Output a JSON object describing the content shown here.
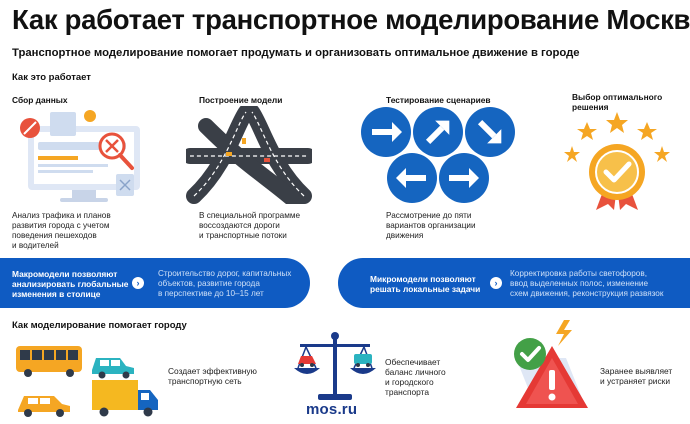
{
  "header": {
    "title": "Как работает транспортное моделирование Москвы",
    "subtitle": "Транспортное моделирование помогает продумать и организовать оптимальное движение в городе"
  },
  "how_it_works": {
    "heading": "Как это работает",
    "steps": [
      {
        "title": "Сбор данных",
        "text": [
          "Анализ трафика и планов",
          "развития города с учетом",
          "поведения пешеходов",
          "и водителей"
        ],
        "icon": "data-collection-icon"
      },
      {
        "title": "Построение модели",
        "text": [
          "В специальной программе",
          "воссоздаются дороги",
          "и транспортные потоки"
        ],
        "icon": "road-interchange-icon"
      },
      {
        "title": "Тестирование сценариев",
        "text": [
          "Рассмотрение до пяти",
          "вариантов организации",
          "движения"
        ],
        "icon": "direction-arrows-icon"
      },
      {
        "title": [
          "Выбор оптимального",
          "решения"
        ],
        "icon": "award-medal-icon"
      }
    ]
  },
  "bands": {
    "macro": {
      "bold": [
        "Макромодели позволяют",
        "анализировать глобальные",
        "изменения в столице"
      ],
      "text": [
        "Строительство дорог, капитальных",
        "объектов, развитие города",
        "в перспективе до 10–15 лет"
      ]
    },
    "micro": {
      "bold": [
        "Микромодели позволяют",
        "решать локальные задачи"
      ],
      "text": [
        "Корректировка работы светофоров,",
        "ввод выделенных полос, изменение",
        "схем движения, реконструкция развязок"
      ]
    }
  },
  "benefits": {
    "heading": "Как моделирование помогает городу",
    "items": [
      {
        "text": [
          "Создает эффективную",
          "транспортную сеть"
        ],
        "icon": "vehicles-icon"
      },
      {
        "text": [
          "Обеспечивает",
          "баланс личного",
          "и городского",
          "транспорта"
        ],
        "icon": "balance-scale-icon"
      },
      {
        "text": [
          "Заранее выявляет",
          "и устраняет риски"
        ],
        "icon": "risk-warning-icon"
      }
    ]
  },
  "brand": {
    "logo": "mos.ru"
  },
  "colors": {
    "primary_blue": "#0f5bc2",
    "accent_orange": "#f5a623",
    "dark_road": "#3a3f47",
    "teal": "#2bb3c0",
    "red": "#e53935",
    "green": "#43a047"
  }
}
